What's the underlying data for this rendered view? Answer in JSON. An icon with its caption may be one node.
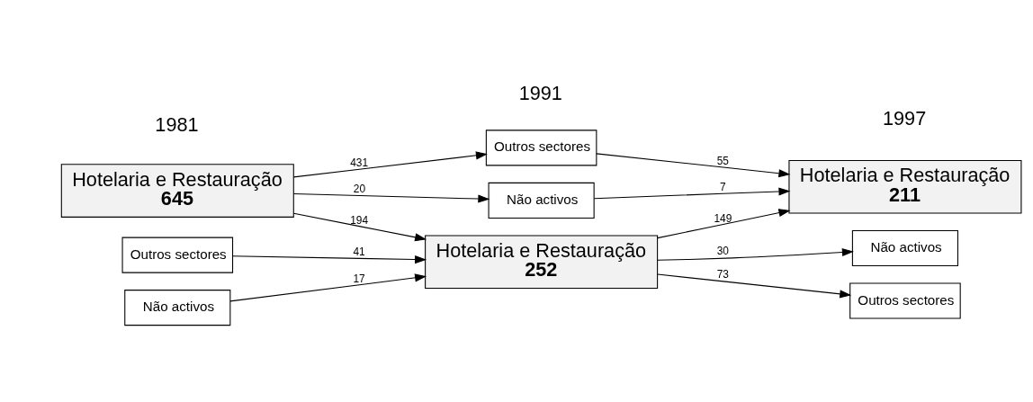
{
  "diagram": {
    "nodes": [
      {
        "text": [
          "Não activos"
        ]
      },
      {
        "text": [
          "Outros sectores"
        ]
      },
      {
        "text": [
          "Hotelaria e Restauração",
          "645"
        ]
      },
      {
        "text": [
          "Hotelaria e Restauração",
          "252"
        ]
      },
      {
        "text": [
          "Outros sectores"
        ]
      },
      {
        "text": [
          "Não activos"
        ]
      },
      {
        "text": [
          "Não activos"
        ]
      },
      {
        "text": [
          "Outros sectores"
        ]
      },
      {
        "text": [
          "Hotelaria e Restauração",
          "211"
        ]
      }
    ],
    "edges": [
      {
        "from": 0,
        "to": 3,
        "arrow": "to",
        "label": "17"
      },
      {
        "from": 1,
        "to": 3,
        "arrow": "to",
        "label": "41"
      },
      {
        "from": 2,
        "to": 3,
        "arrow": "to",
        "label": "194"
      },
      {
        "from": 2,
        "to": 4,
        "arrow": "to",
        "label": "431"
      },
      {
        "from": 2,
        "to": 5,
        "arrow": "to",
        "label": "20"
      },
      {
        "from": 3,
        "to": 6,
        "arrow": "to",
        "label": "30"
      },
      {
        "from": 3,
        "to": 7,
        "arrow": "to",
        "label": "73"
      },
      {
        "from": 3,
        "to": 8,
        "arrow": "to",
        "label": "149"
      },
      {
        "from": 4,
        "to": 8,
        "arrow": "to",
        "label": "55"
      },
      {
        "from": 5,
        "to": 8,
        "arrow": "to",
        "label": "7"
      }
    ],
    "labels": [
      "1981",
      "1991",
      "1997"
    ]
  }
}
